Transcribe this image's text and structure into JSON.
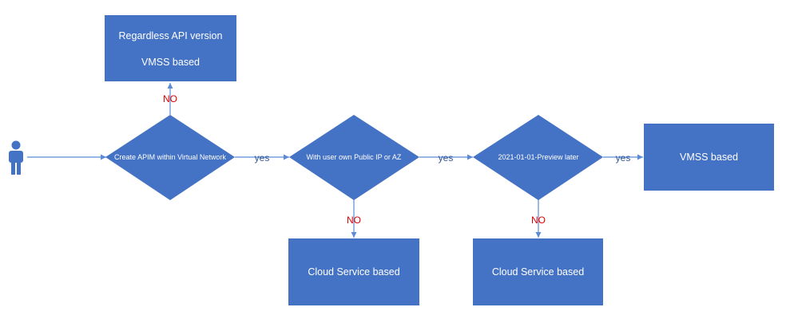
{
  "colors": {
    "shape_fill": "#4472C4",
    "shape_text": "#FFFFFF",
    "connector": "#5B8BD6",
    "yes_text": "#2F5597",
    "no_text": "#E00000"
  },
  "actor": {
    "icon": "person-icon"
  },
  "boxes": {
    "top_line1": "Regardless API version",
    "top_line2": "VMSS based",
    "right": "VMSS based",
    "bottom1": "Cloud Service based",
    "bottom2": "Cloud Service based"
  },
  "decisions": {
    "d1": "Create APIM within Virtual Network",
    "d2": "With user own Public IP or AZ",
    "d3": "2021-01-01-Preview later"
  },
  "edge_labels": {
    "no_top": "NO",
    "yes1": "yes",
    "yes2": "yes",
    "yes3": "yes",
    "no_bottom1": "NO",
    "no_bottom2": "NO"
  }
}
